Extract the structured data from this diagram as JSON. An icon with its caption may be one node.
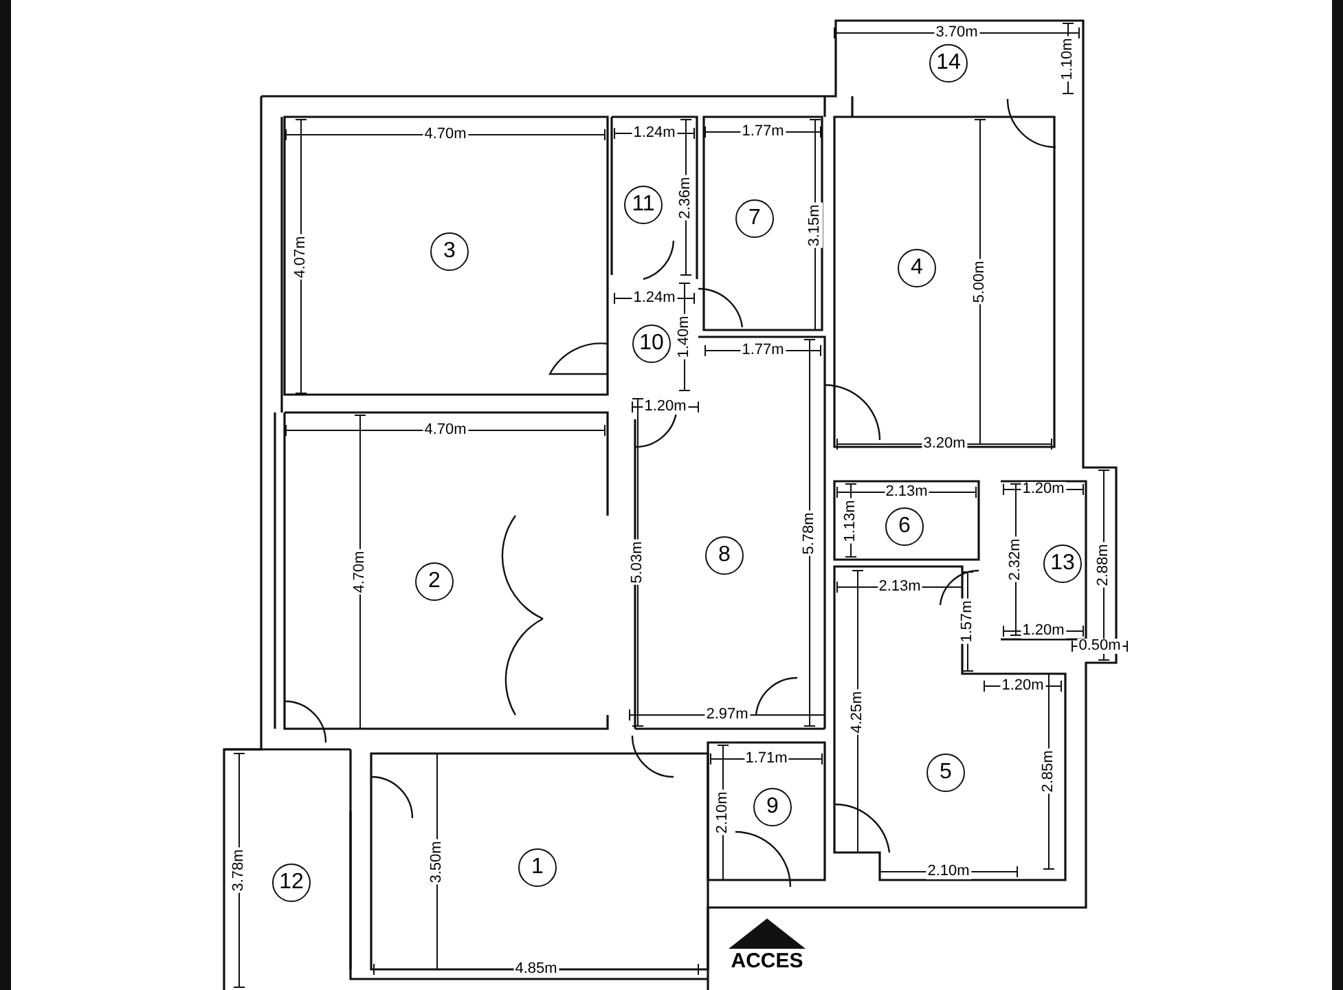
{
  "diagram": {
    "nodes": [
      {
        "text": [
          "14"
        ]
      },
      {
        "text": [
          "11"
        ]
      },
      {
        "text": [
          "7"
        ]
      },
      {
        "text": [
          "3"
        ]
      },
      {
        "text": [
          "4"
        ]
      },
      {
        "text": [
          "10"
        ]
      },
      {
        "text": [
          "8"
        ]
      },
      {
        "text": [
          "2"
        ]
      },
      {
        "text": [
          "6"
        ]
      },
      {
        "text": [
          "13"
        ]
      },
      {
        "text": [
          "5"
        ]
      },
      {
        "text": [
          "9"
        ]
      },
      {
        "text": [
          "1"
        ]
      },
      {
        "text": [
          "12"
        ]
      }
    ],
    "labels": [
      "3.70m",
      "1.10m",
      "4.70m",
      "1.24m",
      "1.77m",
      "2.36m",
      "3.15m",
      "4.07m",
      "5.00m",
      "1.24m",
      "1.40m",
      "1.77m",
      "1.20m",
      "4.70m",
      "3.20m",
      "2.13m",
      "1.20m",
      "4.70m",
      "5.03m",
      "5.78m",
      "1.13m",
      "2.32m",
      "2.88m",
      "2.13m",
      "1.57m",
      "1.20m",
      "0.50m",
      "1.20m",
      "2.97m",
      "4.25m",
      "2.85m",
      "1.71m",
      "3.78m",
      "3.50m",
      "2.10m",
      "2.10m",
      "4.85m",
      "ACCES"
    ]
  }
}
